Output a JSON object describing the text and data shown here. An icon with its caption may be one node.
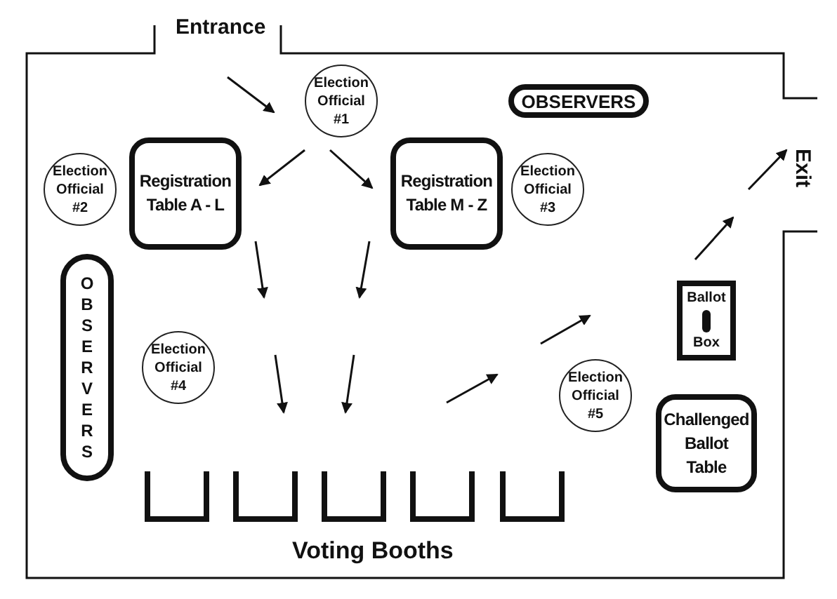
{
  "diagram": {
    "nodes": [
      {
        "text": [
          "Election Official #1"
        ]
      },
      {
        "text": [
          "OBSERVERS"
        ]
      },
      {
        "text": [
          "Election Official #2"
        ]
      },
      {
        "text": [
          "Registration Table A - L"
        ]
      },
      {
        "text": [
          "Registration Table M - Z"
        ]
      },
      {
        "text": [
          "Election Official #3"
        ]
      },
      {
        "text": [
          "OBSERVERS"
        ]
      },
      {
        "text": [
          "Ballot",
          "Box"
        ]
      },
      {
        "text": [
          "Election Official #4"
        ]
      },
      {
        "text": [
          "Election Official #5"
        ]
      },
      {
        "text": [
          "Challenged Ballot Table"
        ]
      }
    ],
    "labels": [
      "Entrance",
      "Exit",
      "Voting Booths"
    ]
  }
}
